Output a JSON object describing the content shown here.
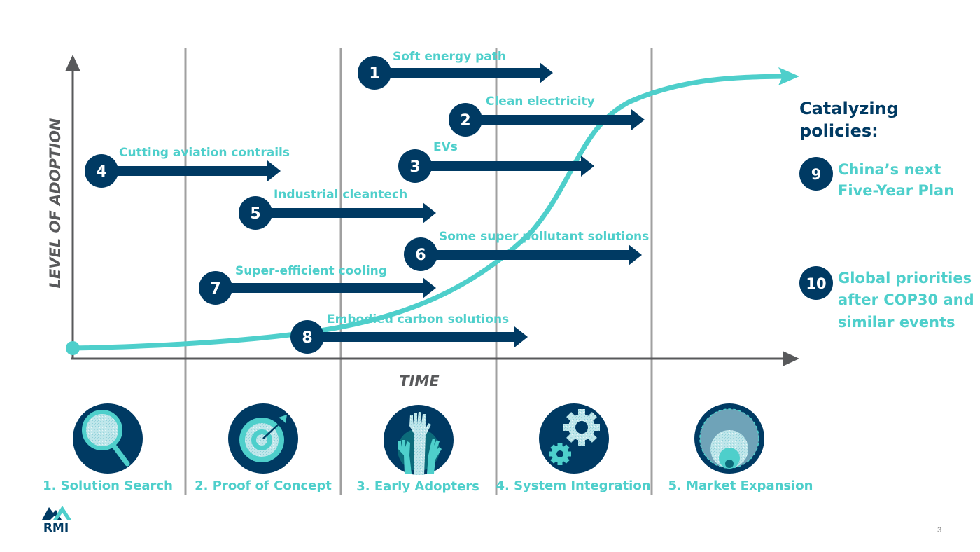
{
  "colors": {
    "navy": "#003a63",
    "teal": "#4ecfcb",
    "axis": "#58595b",
    "divider": "#a0a0a0",
    "light_teal": "#a8dde3",
    "steel": "#6fa3b8"
  },
  "axes": {
    "y_label": "LEVEL OF ADOPTION",
    "x_label": "TIME"
  },
  "solutions": [
    {
      "num": "1",
      "label": "Soft energy path"
    },
    {
      "num": "2",
      "label": "Clean electricity"
    },
    {
      "num": "3",
      "label": "EVs"
    },
    {
      "num": "4",
      "label": "Cutting aviation contrails"
    },
    {
      "num": "5",
      "label": "Industrial cleantech"
    },
    {
      "num": "6",
      "label": "Some super pollutant solutions"
    },
    {
      "num": "7",
      "label": "Super-efficient cooling"
    },
    {
      "num": "8",
      "label": "Embodied carbon solutions"
    }
  ],
  "policies": {
    "title_line1": "Catalyzing",
    "title_line2": "policies:",
    "items": [
      {
        "num": "9",
        "lines": [
          "China’s next",
          "Five-Year Plan"
        ]
      },
      {
        "num": "10",
        "lines": [
          "Global priorities",
          "after COP30 and",
          "similar events"
        ]
      }
    ]
  },
  "stages": [
    {
      "label": "1. Solution Search",
      "icon": "magnifying-glass-icon"
    },
    {
      "label": "2. Proof of Concept",
      "icon": "target-icon"
    },
    {
      "label": "3. Early Adopters",
      "icon": "raised-hands-icon"
    },
    {
      "label": "4. System Integration",
      "icon": "gears-icon"
    },
    {
      "label": "5. Market Expansion",
      "icon": "expanding-circles-icon"
    }
  ],
  "logo": {
    "text": "RMI"
  },
  "page_number": "3"
}
